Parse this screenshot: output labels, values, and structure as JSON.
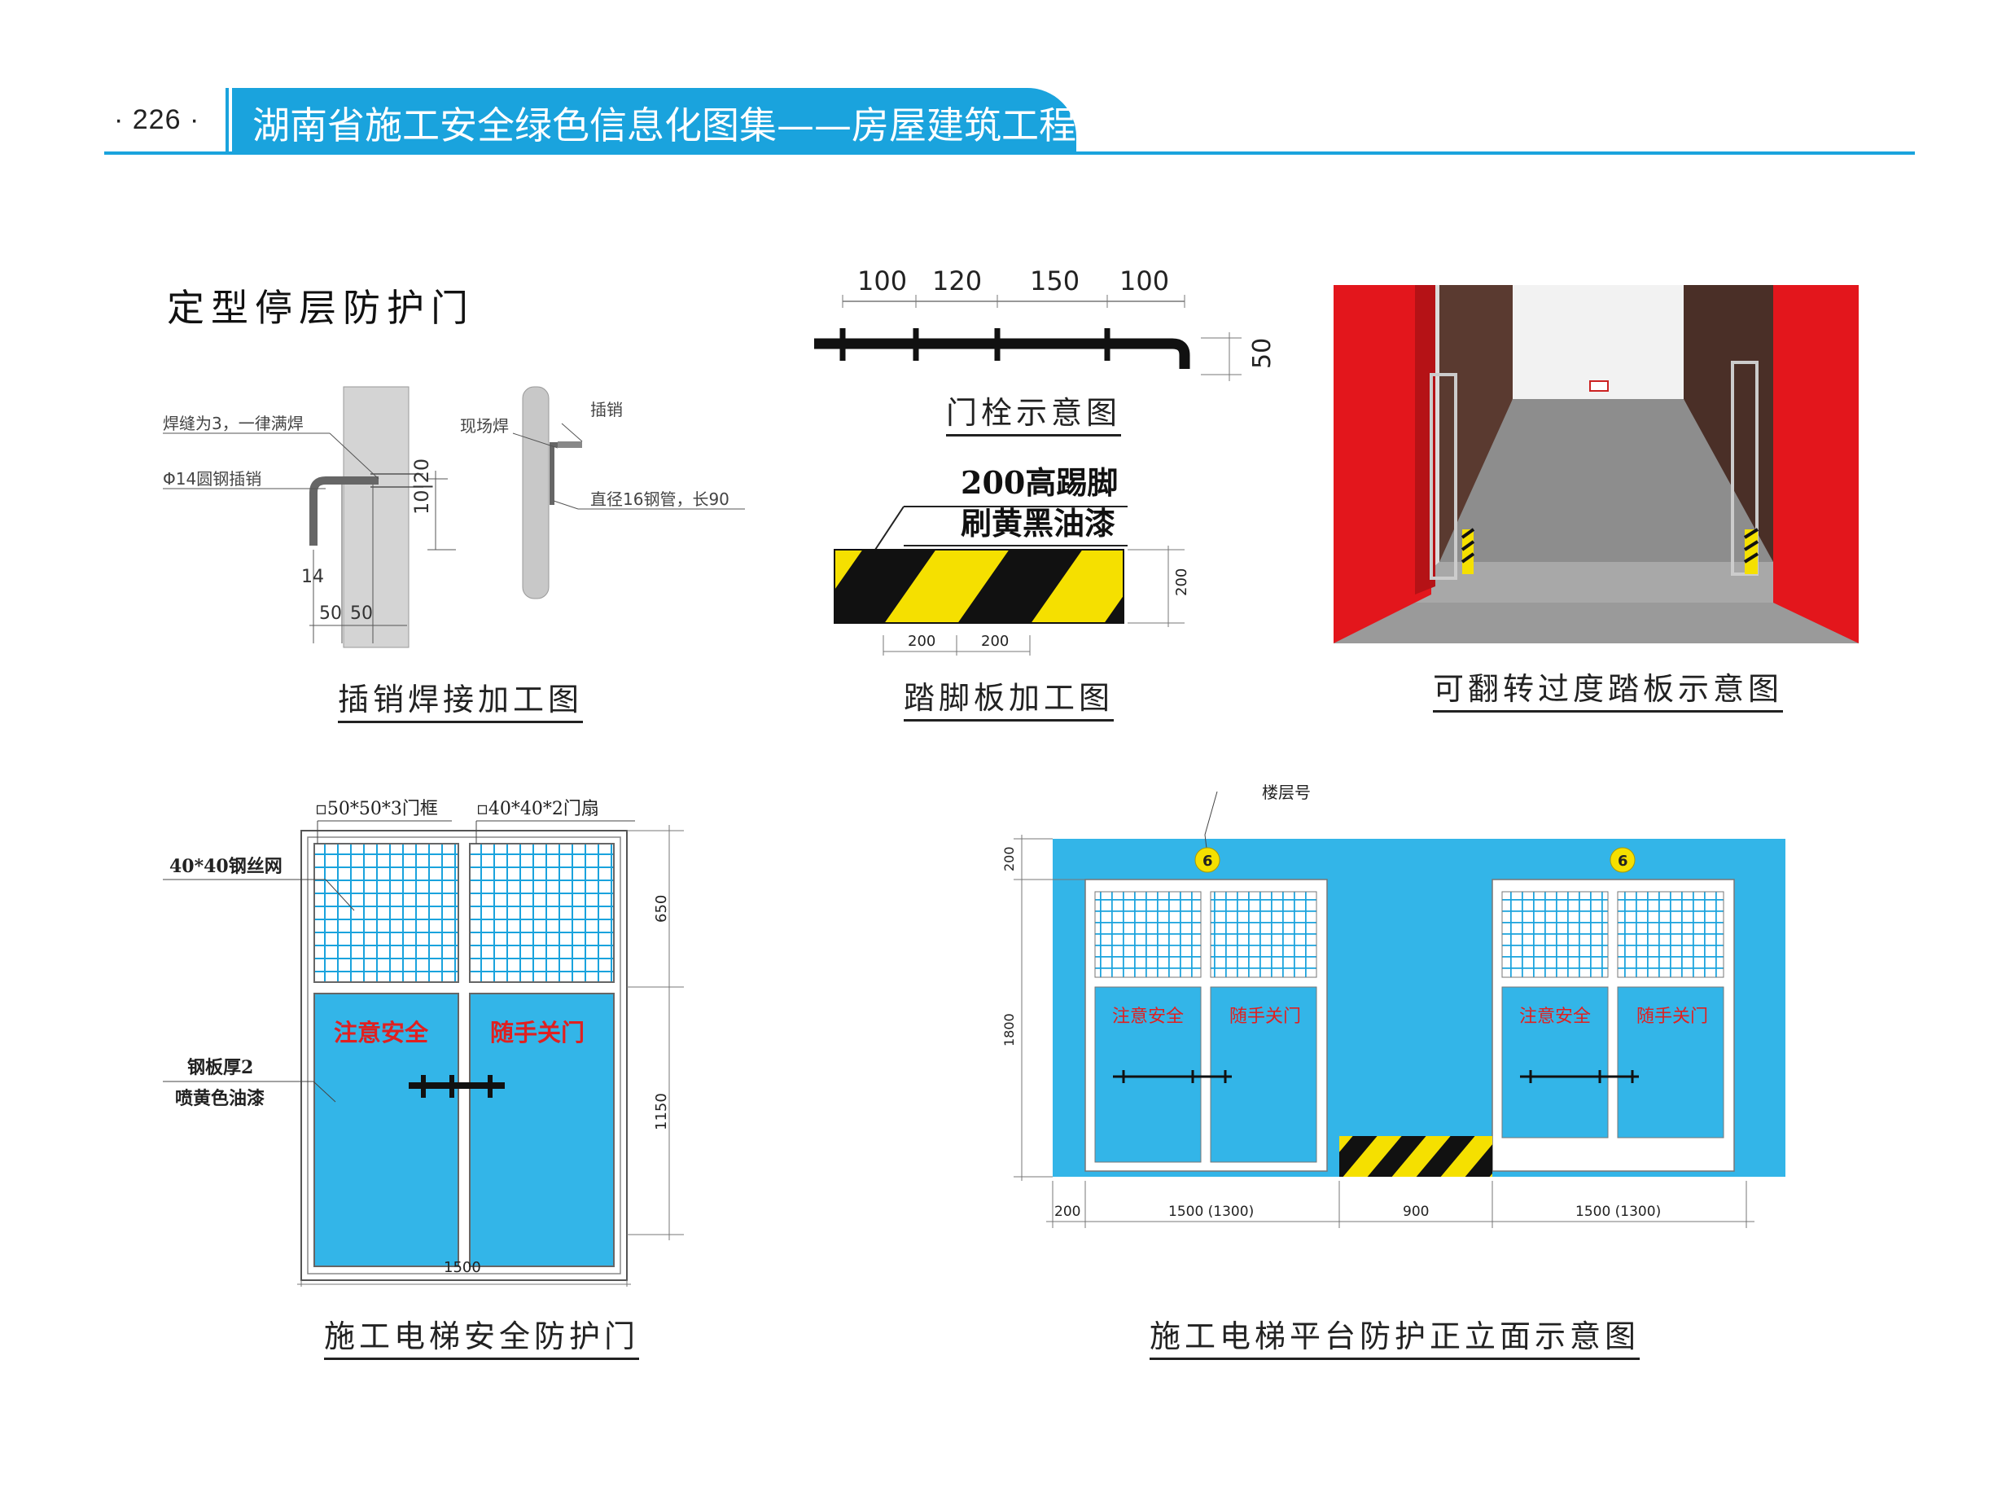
{
  "header": {
    "page_number": "· 226 ·",
    "book_title": "湖南省施工安全绿色信息化图集——房屋建筑工程"
  },
  "section_title": "定型停层防护门",
  "weld_detail": {
    "caption": "插销焊接加工图",
    "label_weld": "焊缝为3，一律满焊",
    "label_rod": "Φ14圆钢插销",
    "label_site_weld": "现场焊",
    "label_pin": "插销",
    "label_pipe": "直径16钢管，长90",
    "dim_1020": "10|20",
    "dim_14": "14",
    "dim_50a": "50",
    "dim_50b": "50"
  },
  "bolt_diagram": {
    "caption": "门栓示意图",
    "dims": [
      "100",
      "120",
      "150",
      "100"
    ],
    "dim_height": "50"
  },
  "kickboard": {
    "caption": "踏脚板加工图",
    "note_line1": "200高踢脚",
    "note_line2": "刷黄黑油漆",
    "dim_height": "200",
    "dims": [
      "200",
      "200"
    ]
  },
  "photo_panel": {
    "caption": "可翻转过度踏板示意图"
  },
  "safety_door": {
    "caption": "施工电梯安全防护门",
    "label_frame": "▫50*50*3门框",
    "label_leaf": "▫40*40*2门扇",
    "label_mesh": "40*40钢丝网",
    "label_plate": "钢板厚2",
    "label_paint": "喷黄色油漆",
    "text_left": "注意安全",
    "text_right": "随手关门",
    "dim_upper": "650",
    "dim_lower": "1150",
    "dim_width": "1500"
  },
  "elevation": {
    "caption": "施工电梯平台防护正立面示意图",
    "label_floor": "楼层号",
    "floor_number": "6",
    "text_left": "注意安全",
    "text_right": "随手关门",
    "dim_top": "200",
    "dim_height": "1800",
    "dim_200": "200",
    "dim_door": "1500 (1300)",
    "dim_gap": "900"
  },
  "colors": {
    "accent_blue": "#1aa3dd",
    "panel_blue": "#33b5e8",
    "warning_red": "#e02020",
    "hazard_yellow": "#f5e000"
  }
}
